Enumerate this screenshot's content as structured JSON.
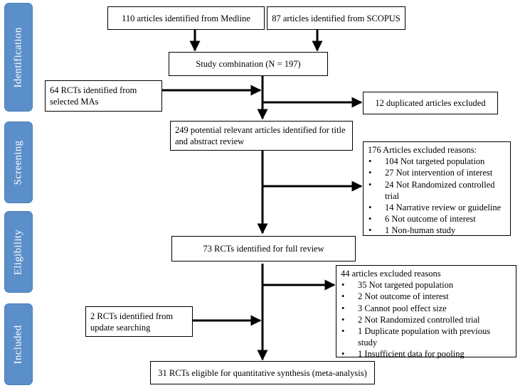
{
  "stages": {
    "identification": "Identification",
    "screening": "Screening",
    "eligibility": "Eligibility",
    "included": "Included"
  },
  "boxes": {
    "medline": "110 articles identified from Medline",
    "scopus": "87 articles identified from SCOPUS",
    "combination": "Study combination (N = 197)",
    "rcts_mas": "64 RCTs identified from selected MAs",
    "duplicated": "12 duplicated articles excluded",
    "potential": "249 potential relevant articles identified for title and abstract review",
    "full_review": "73 RCTs identified for full review",
    "update": "2 RCTs identified from update searching",
    "eligible": "31 RCTs eligible for quantitative synthesis (meta-analysis)"
  },
  "exclusion_title_abstract": {
    "heading": "176 Articles excluded reasons:",
    "items": [
      "104 Not targeted population",
      "27 Not intervention of interest",
      "24 Not Randomized controlled trial",
      "14 Narrative review or guideline",
      "6 Not outcome of interest",
      "1 Non-human study"
    ]
  },
  "exclusion_full_review": {
    "heading": "44 articles excluded reasons",
    "items": [
      "35 Not targeted population",
      "2 Not outcome of interest",
      "3 Cannot pool effect size",
      "2 Not Randomized controlled trial",
      "1 Duplicate population with previous study",
      "1 Insufficient data for pooling"
    ]
  }
}
